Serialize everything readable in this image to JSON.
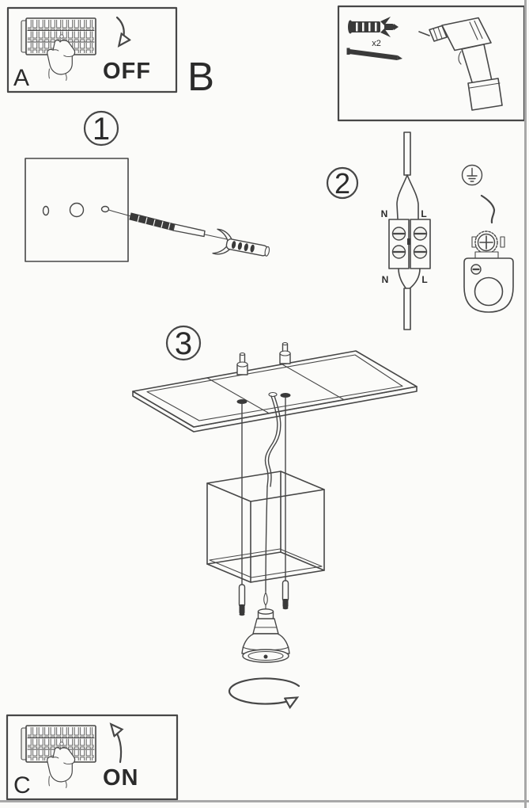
{
  "colors": {
    "background": "#fbfbf9",
    "line": "#474747",
    "dark_fill": "#3a3a3a",
    "page_edge": "#a8a8a8"
  },
  "panel_off": {
    "label": "A",
    "state_label": "OFF"
  },
  "section_label": "B",
  "parts_box": {
    "anchor_quantity": "x2"
  },
  "steps": {
    "one": "1",
    "two": "2",
    "three": "3"
  },
  "wiring": {
    "neutral_top": "N",
    "live_top": "L",
    "neutral_bottom": "N",
    "live_bottom": "L"
  },
  "panel_on": {
    "label": "C",
    "state_label": "ON"
  }
}
